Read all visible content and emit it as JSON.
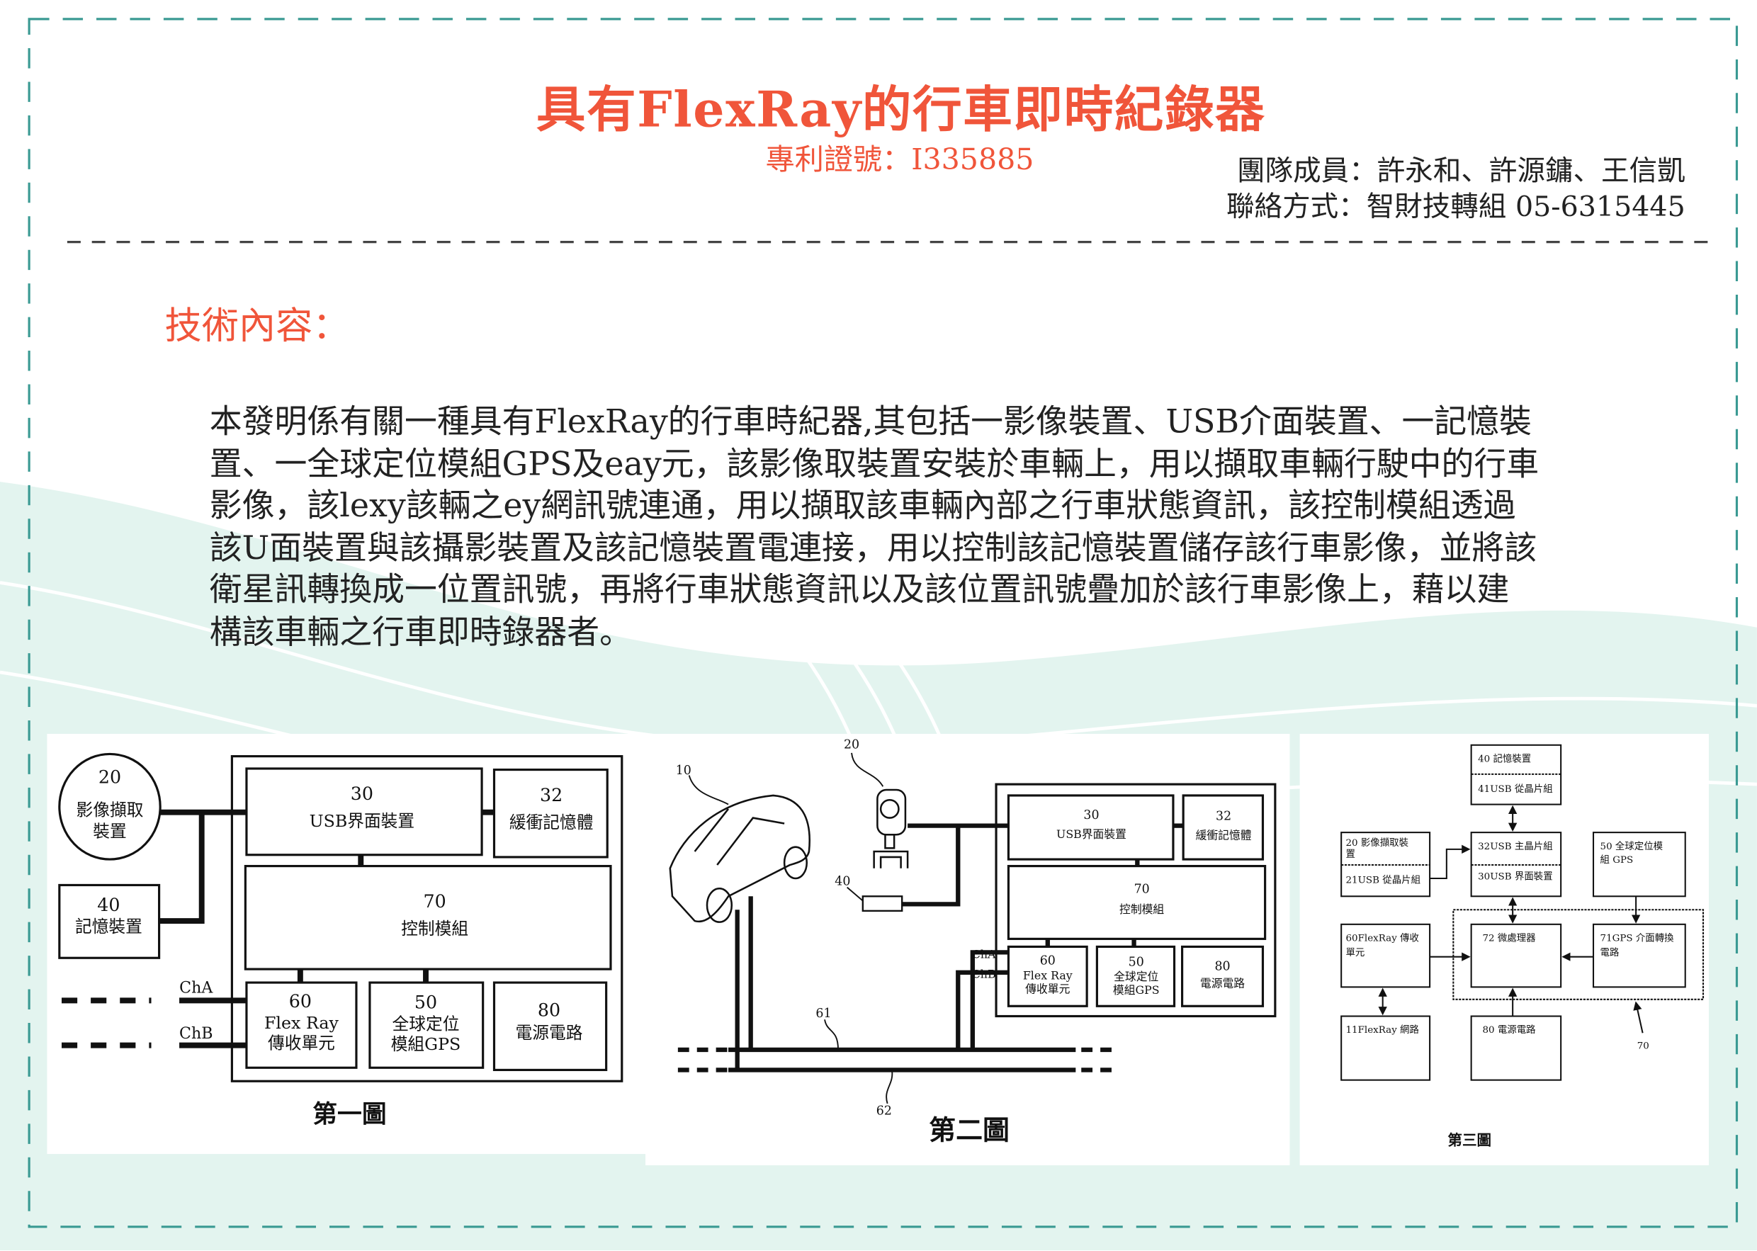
{
  "header": {
    "title": "具有FlexRay的行車即時紀錄器",
    "patent_no": "專利證號：I335885",
    "team": "團隊成員：許永和、許源鏞、王信凱",
    "contact": "聯絡方式：智財技轉組 05-6315445"
  },
  "section_title": "技術內容：",
  "description_lines": [
    "本發明係有關一種具有FlexRay的行車時紀器,其包括一影像裝置、USB介面裝置、一記憶裝",
    "置、一全球定位模組GPS及eay元，該影像取裝置安裝於車輛上，用以擷取車輛行駛中的行車",
    "影像，該lexy該輛之ey網訊號連通，用以擷取該車輛內部之行車狀態資訊，該控制模組透過",
    "該U面裝置與該攝影裝置及該記憶裝置電連接，用以控制該記憶裝置儲存該行車影像，並將該",
    "衛星訊轉換成一位置訊號，再將行車狀態資訊以及該位置訊號疊加於該行車影像上，藉以建",
    "構該車輛之行車即時錄器者。"
  ],
  "figure1": {
    "caption": "第一圖",
    "n20": "20",
    "l20a": "影像擷取",
    "l20b": "裝置",
    "n40": "40",
    "l40": "記憶裝置",
    "n30": "30",
    "l30": "USB界面裝置",
    "n32": "32",
    "l32": "緩衝記憶體",
    "n70": "70",
    "l70": "控制模組",
    "n60": "60",
    "l60a": "Flex Ray",
    "l60b": "傳收單元",
    "n50": "50",
    "l50a": "全球定位",
    "l50b": "模組GPS",
    "n80": "80",
    "l80": "電源電路",
    "cha": "ChA",
    "chb": "ChB"
  },
  "figure2": {
    "caption": "第二圖",
    "ref10": "10",
    "ref20": "20",
    "ref40": "40",
    "ref61": "61",
    "ref62": "62",
    "n30": "30",
    "l30": "USB界面裝置",
    "n32": "32",
    "l32": "緩衝記憶體",
    "n70": "70",
    "l70": "控制模組",
    "n60": "60",
    "l60a": "Flex Ray",
    "l60b": "傳收單元",
    "n50": "50",
    "l50a": "全球定位",
    "l50b": "模組GPS",
    "n80": "80",
    "l80": "電源電路",
    "cha": "ChA",
    "chb": "ChB"
  },
  "figure3": {
    "caption": "第三圖",
    "b40": "40 記憶裝置",
    "b41": "41USB 從晶片組",
    "b20a": "20 影像擷取裝",
    "b20b": "置",
    "b21": "21USB 從晶片組",
    "b32": "32USB 主晶片組",
    "b30": "30USB 界面裝置",
    "b50a": "50 全球定位模",
    "b50b": "組 GPS",
    "b60a": "60FlexRay 傳收",
    "b60b": "單元",
    "b72": "72 微處理器",
    "b71a": "71GPS 介面轉換",
    "b71b": "電路",
    "b11": "11FlexRay 網路",
    "b80": "80 電源電路",
    "ref70": "70"
  },
  "colors": {
    "accent": "#f0553a",
    "border": "#3a9a93",
    "mint": "#dff3ee"
  }
}
